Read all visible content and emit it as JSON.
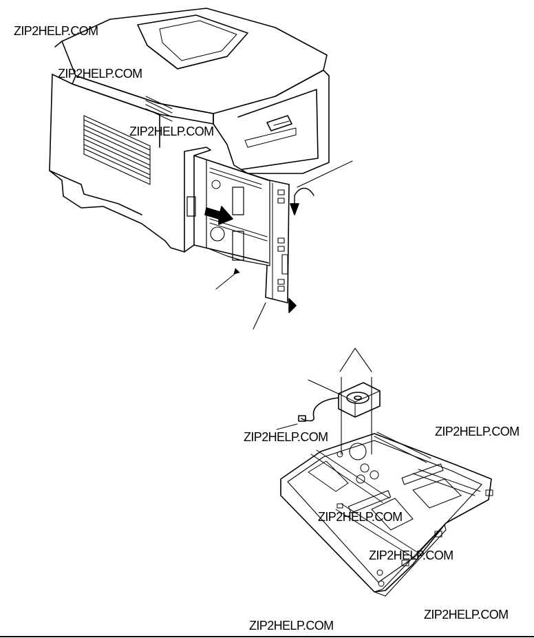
{
  "watermarks": [
    "ZIP2HELP.COM",
    "ZIP2HELP.COM",
    "ZIP2HELP.COM",
    "ZIP2HELP.COM",
    "ZIP2HELP.COM",
    "ZIP2HELP.COM",
    "ZIP2HELP.COM",
    "ZIP2HELP.COM",
    "ZIP2HELP.COM"
  ],
  "figures": {
    "top": "printer-with-controller-board-removal",
    "bottom": "controller-board-fan-detail"
  }
}
